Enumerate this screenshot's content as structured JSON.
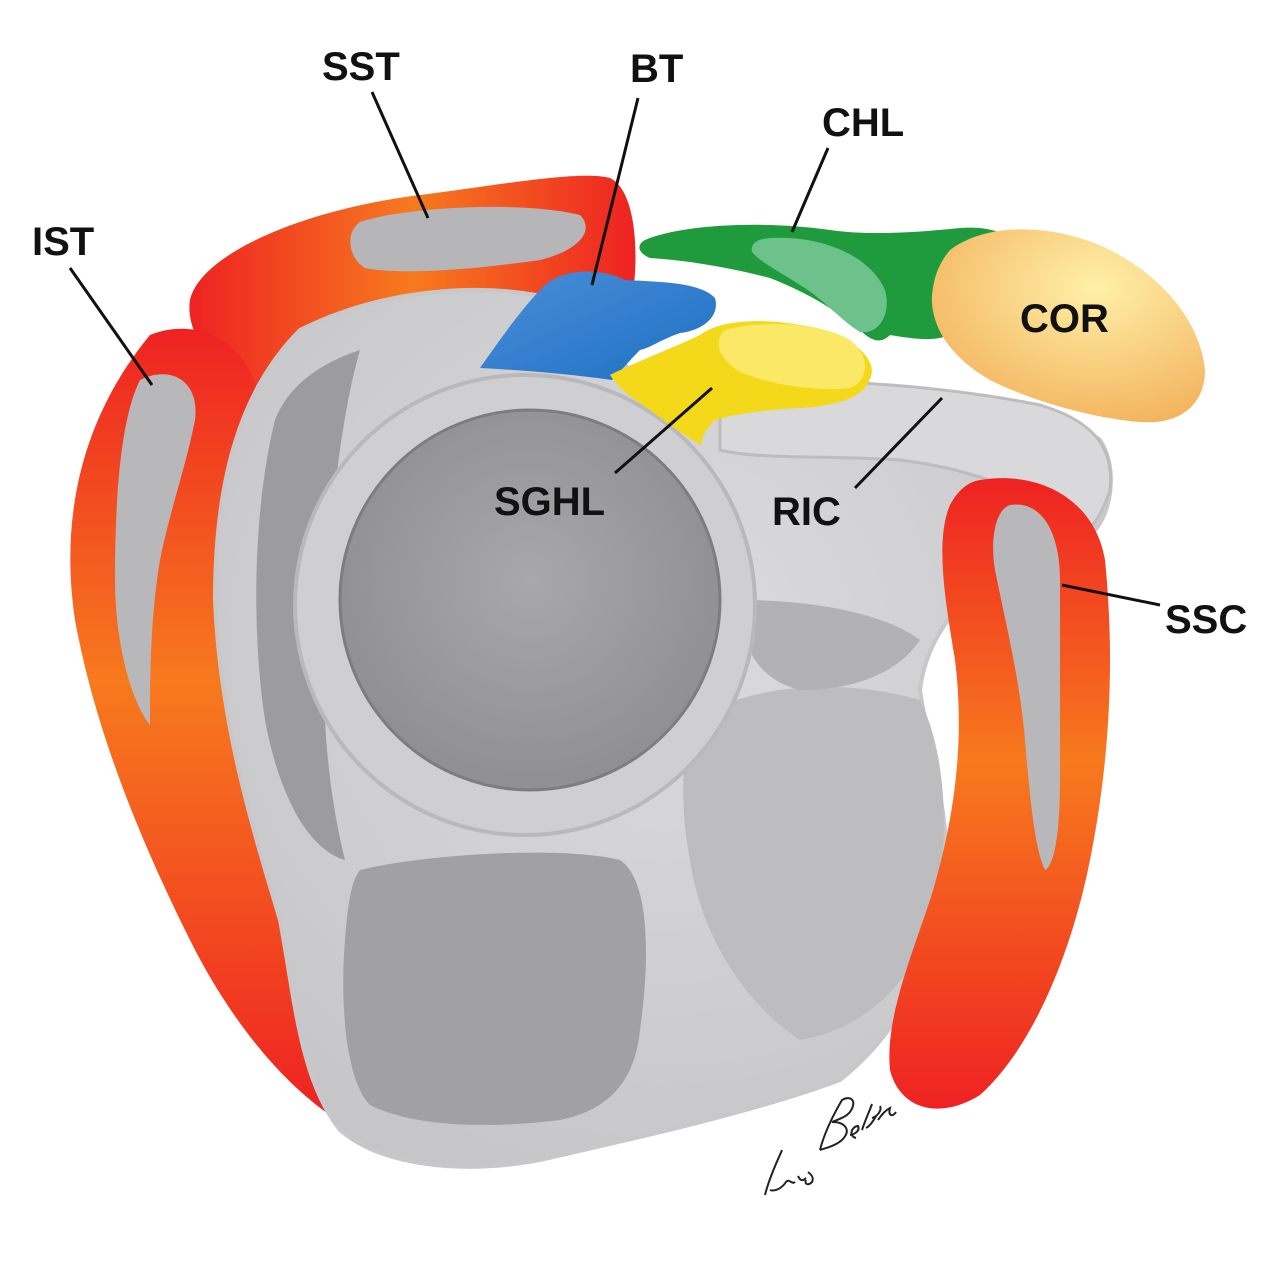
{
  "labels": {
    "sst": "SST",
    "bt": "BT",
    "chl": "CHL",
    "ist": "IST",
    "cor": "COR",
    "sghl": "SGHL",
    "ric": "RIC",
    "ssc": "SSC"
  },
  "signature": "Luis Beltran",
  "colors": {
    "muscle_red": "#ee2222",
    "muscle_orange": "#f77a1e",
    "biceps_blue": "#2f8fdc",
    "sghl_yellow": "#f5dc1a",
    "chl_green": "#1f9a3c",
    "coracoid_tan": "#f6c06a",
    "bone_gray": "#9a9a9c",
    "capsule_gray": "#d4d4d6"
  }
}
